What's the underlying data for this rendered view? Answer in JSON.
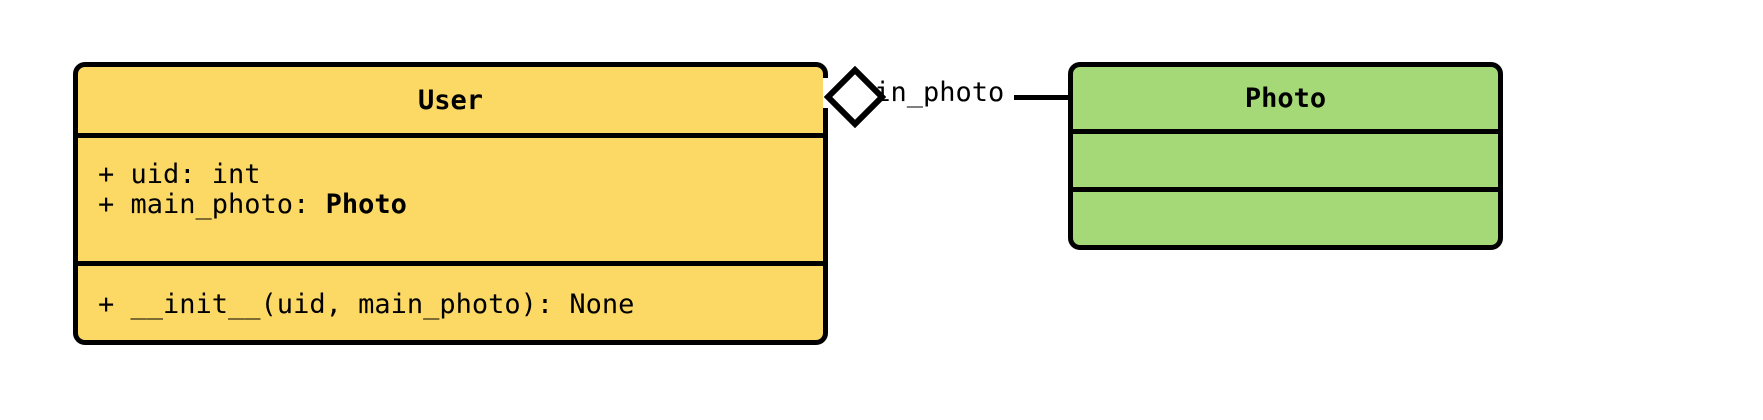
{
  "diagram": {
    "type": "uml-class-diagram",
    "background_color": "#ffffff",
    "border_color": "#000000",
    "classes": [
      {
        "id": "user",
        "name": "User",
        "fill_color": "#fcd965",
        "attributes": [
          {
            "text": "+ uid: int",
            "prefix": "+ uid: int",
            "type_ref": ""
          },
          {
            "prefix": "+ main_photo: ",
            "type_ref": "Photo"
          }
        ],
        "methods": [
          {
            "text": "+ __init__(uid, main_photo): None"
          }
        ]
      },
      {
        "id": "photo",
        "name": "Photo",
        "fill_color": "#a5d977",
        "attributes": [],
        "methods": []
      }
    ],
    "relationships": [
      {
        "id": "user-photo-aggregation",
        "kind": "aggregation",
        "marker": "hollow-diamond",
        "source": "User",
        "target": "Photo",
        "label": "main_photo"
      }
    ]
  }
}
